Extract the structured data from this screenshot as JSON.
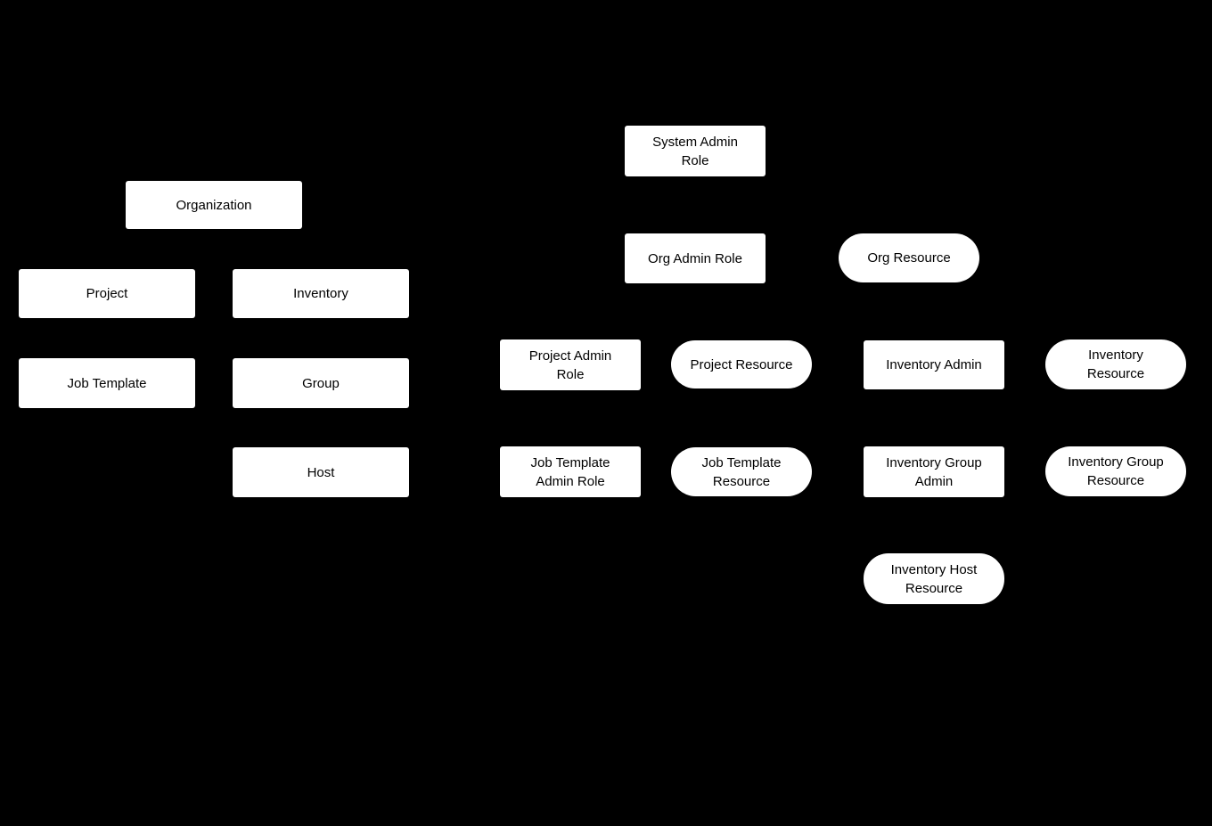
{
  "diagram": {
    "background_color": "#000000",
    "node_fill_color": "#ffffff",
    "node_text_color": "#000000"
  },
  "nodes": {
    "organization": {
      "label": "Organization",
      "shape": "rectangle"
    },
    "project": {
      "label": "Project",
      "shape": "rectangle"
    },
    "inventory": {
      "label": "Inventory",
      "shape": "rectangle"
    },
    "job_template": {
      "label": "Job Template",
      "shape": "rectangle"
    },
    "group": {
      "label": "Group",
      "shape": "rectangle"
    },
    "host": {
      "label": "Host",
      "shape": "rectangle"
    },
    "system_admin_role": {
      "label": "System Admin\nRole",
      "shape": "rectangle"
    },
    "org_admin_role": {
      "label": "Org Admin Role",
      "shape": "rectangle"
    },
    "org_resource": {
      "label": "Org Resource",
      "shape": "rounded"
    },
    "project_admin_role": {
      "label": "Project Admin\nRole",
      "shape": "rectangle"
    },
    "project_resource": {
      "label": "Project Resource",
      "shape": "rounded"
    },
    "inventory_admin": {
      "label": "Inventory Admin",
      "shape": "rectangle"
    },
    "inventory_resource": {
      "label": "Inventory\nResource",
      "shape": "rounded"
    },
    "job_template_admin_role": {
      "label": "Job Template\nAdmin Role",
      "shape": "rectangle"
    },
    "job_template_resource": {
      "label": "Job Template\nResource",
      "shape": "rounded"
    },
    "inventory_group_admin": {
      "label": "Inventory Group\nAdmin",
      "shape": "rectangle"
    },
    "inventory_group_resource": {
      "label": "Inventory Group\nResource",
      "shape": "rounded"
    },
    "inventory_host_resource": {
      "label": "Inventory Host\nResource",
      "shape": "rounded"
    }
  }
}
